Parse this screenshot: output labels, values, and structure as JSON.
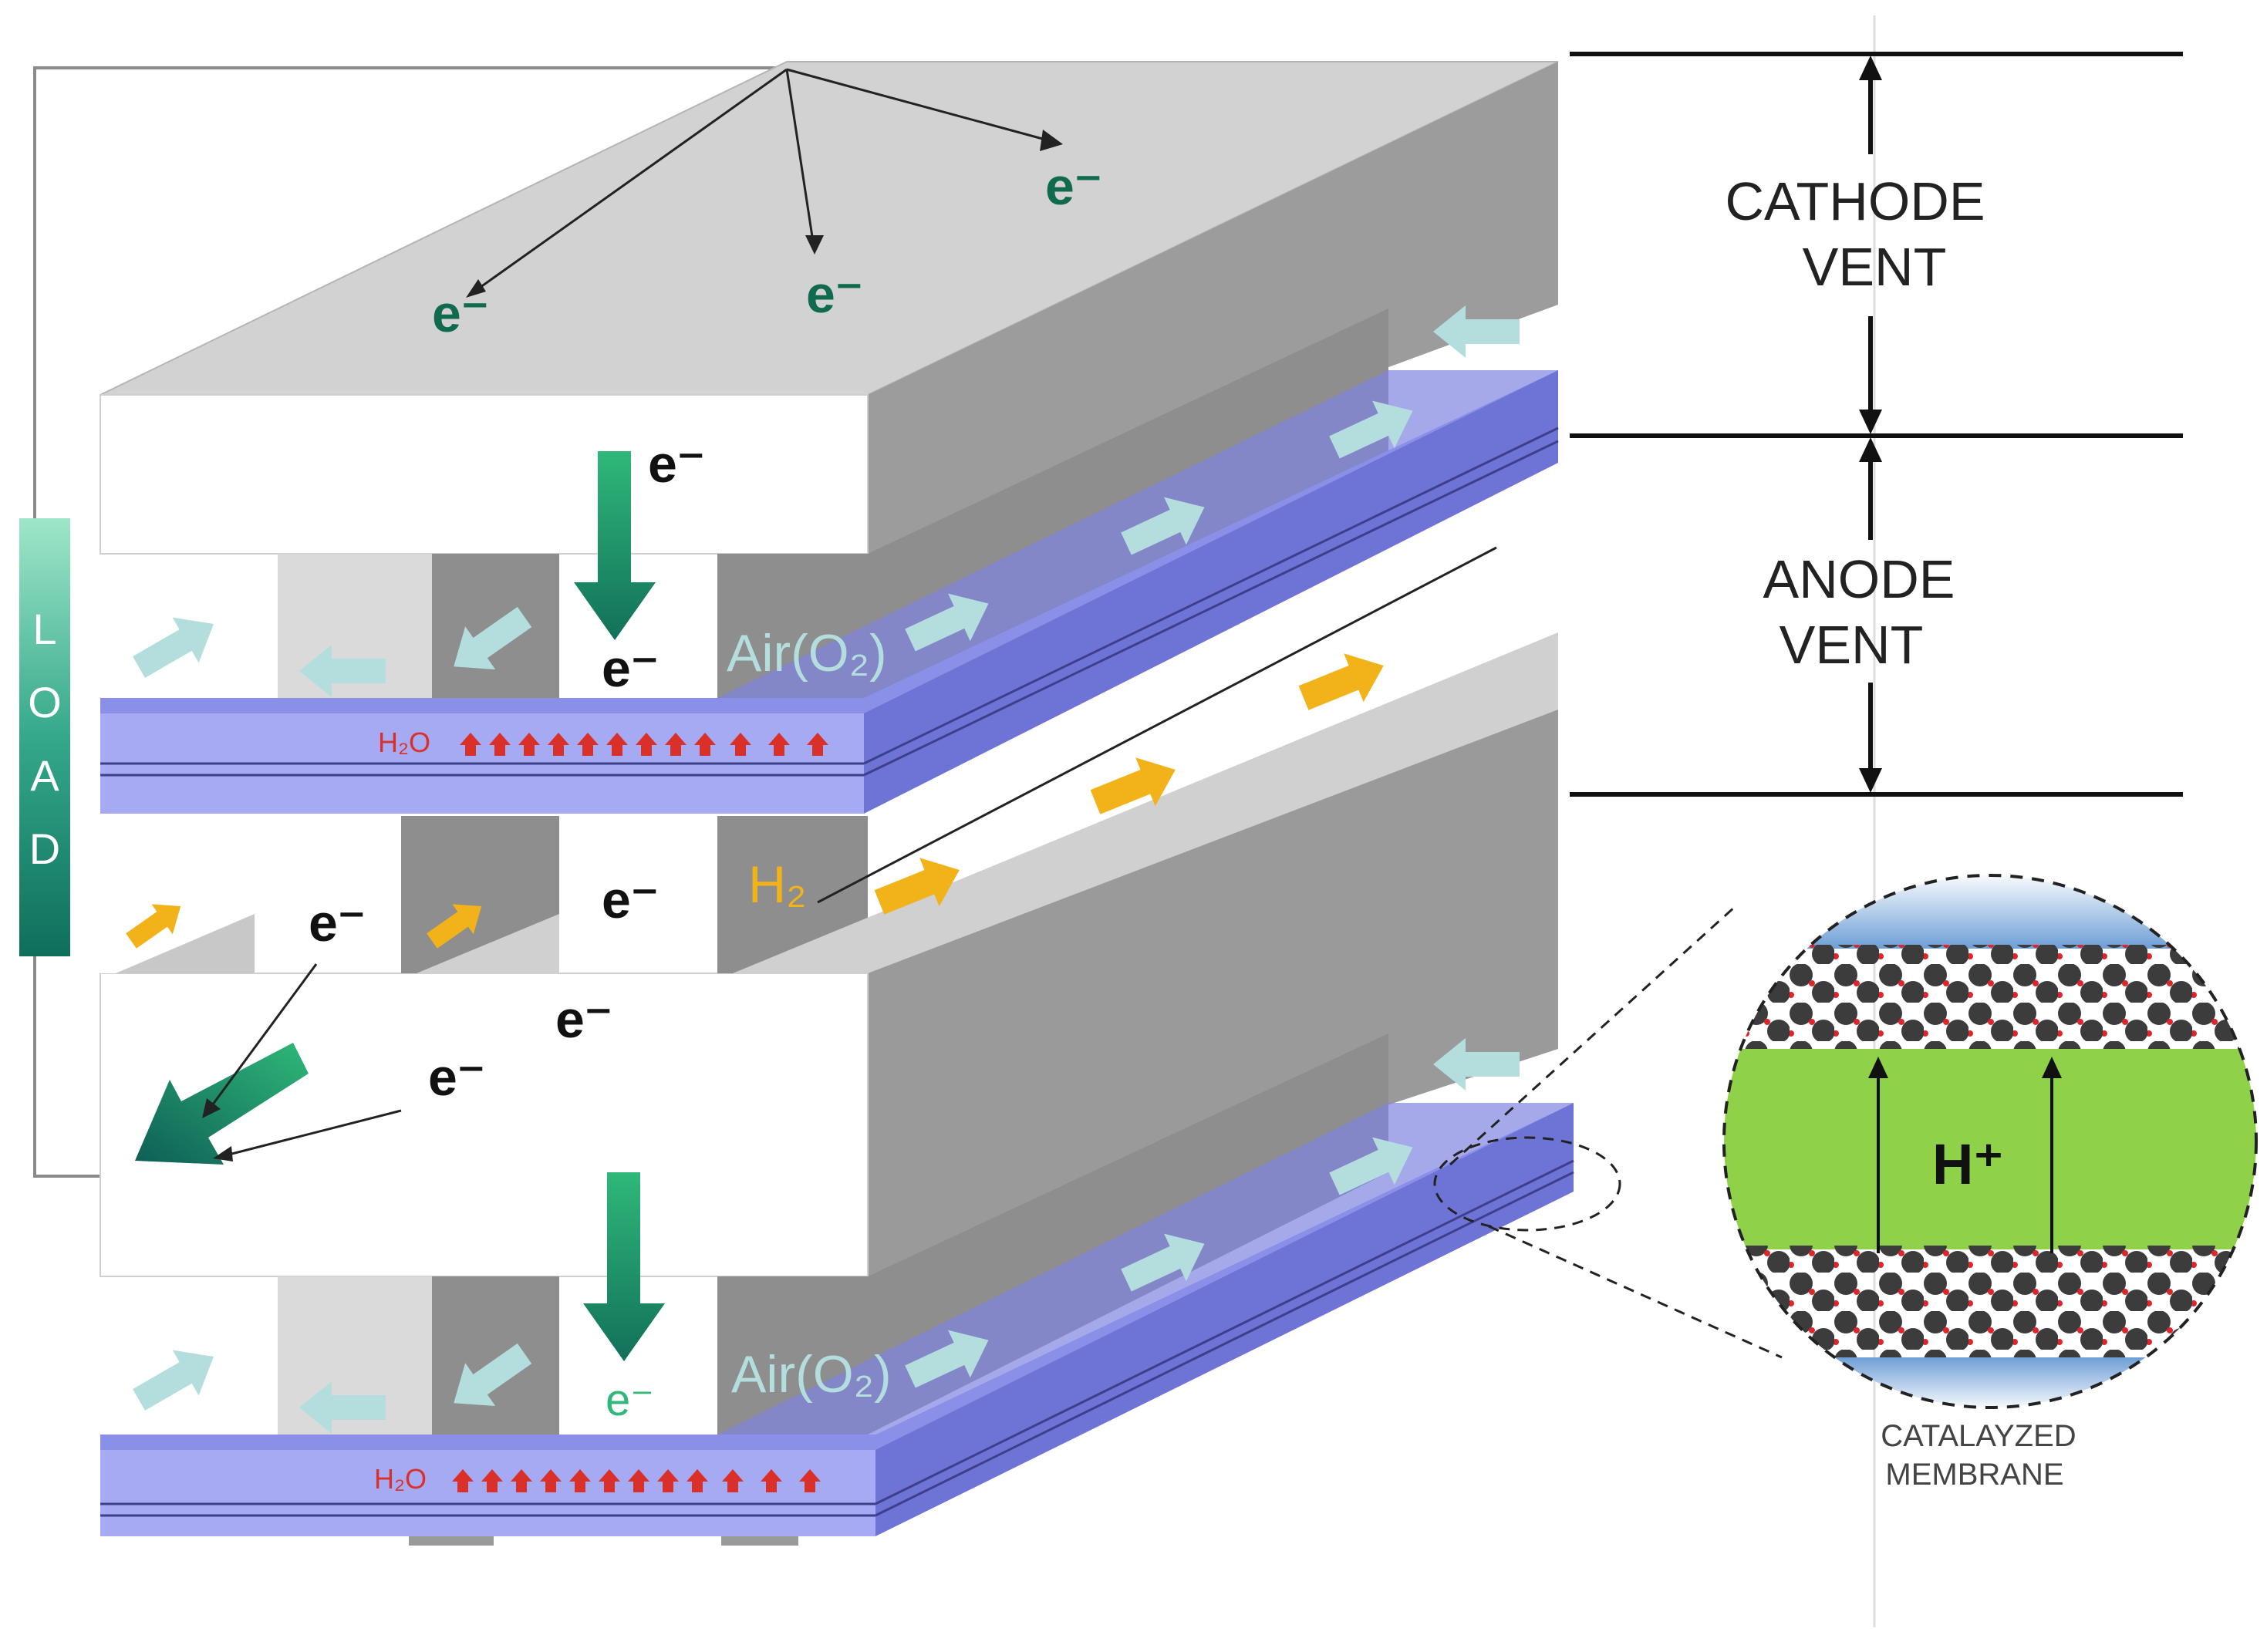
{
  "labels": {
    "load": "LOAD",
    "load_letters": [
      "L",
      "O",
      "A",
      "D"
    ],
    "electron": "e⁻",
    "air": "Air(O₂)",
    "hydrogen": "H₂",
    "water": "H₂O",
    "proton": "H⁺",
    "cathode_vent": [
      "CATHODE",
      "VENT"
    ],
    "anode_vent": [
      "ANODE",
      "VENT"
    ],
    "catalyzed_membrane": [
      "CATALAYZED",
      "MEMBRANE"
    ]
  },
  "colors": {
    "plate_top": "#d2d2d2",
    "plate_front": "#ffffff",
    "plate_side": "#9a9a9a",
    "channel_wall": "#8e8e8e",
    "membrane": "#8a8fe8",
    "membrane_dark": "#5b5fc8",
    "air_arrow": "#b4dede",
    "h2_arrow": "#f2b31a",
    "electron_arrow": "#1e8a6a",
    "electron_text": "#0f6a4f",
    "water_arrow": "#d9302a",
    "membrane_green": "#8fd24a",
    "catalyst_particle": "#3c3c3c"
  },
  "icons": [
    "electron-flow-arrow",
    "air-flow-arrow",
    "hydrogen-flow-arrow",
    "water-arrow",
    "proton-arrow"
  ]
}
